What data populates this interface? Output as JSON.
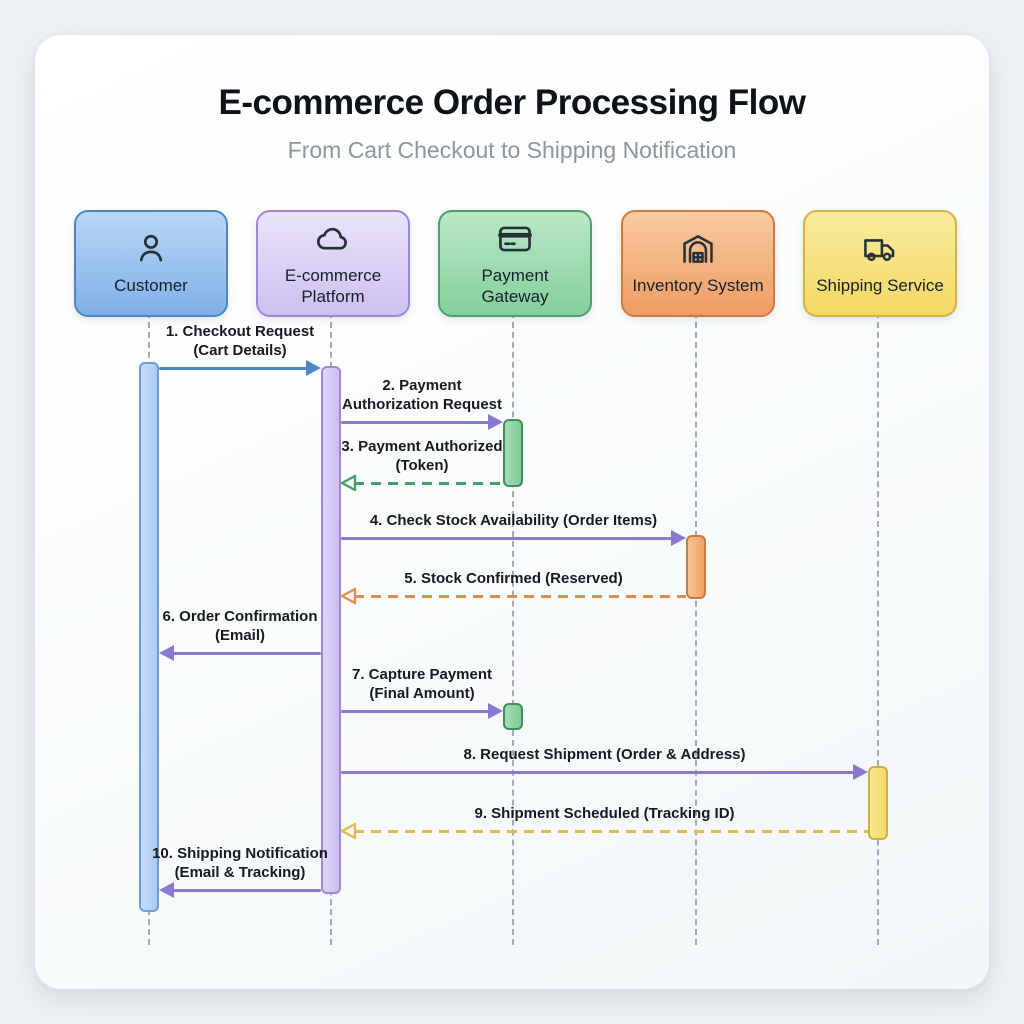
{
  "header": {
    "title": "E-commerce Order Processing Flow",
    "subtitle": "From Cart Checkout to Shipping Notification"
  },
  "actors": [
    {
      "id": "customer",
      "label": "Customer",
      "icon": "user-icon",
      "fill_top": "#b9d6f5",
      "fill_bottom": "#7fb0e8",
      "border": "#4f86c6",
      "bar_fill_top": "#c6dcf6",
      "bar_fill_bottom": "#a9ccf1",
      "bar_border": "#6d9cd6"
    },
    {
      "id": "platform",
      "label": "E-commerce Platform",
      "icon": "cloud-icon",
      "fill_top": "#e9e3fa",
      "fill_bottom": "#cdc0ef",
      "border": "#9d88d8",
      "bar_fill_top": "#ded4f6",
      "bar_fill_bottom": "#cbbdf0",
      "bar_border": "#9c87d9"
    },
    {
      "id": "gateway",
      "label": "Payment Gateway",
      "icon": "credit-card-icon",
      "fill_top": "#bae8c7",
      "fill_bottom": "#84d09c",
      "border": "#4f9e6b",
      "bar_fill_top": "#a8ddb7",
      "bar_fill_bottom": "#7ecb97",
      "bar_border": "#3f8f5c"
    },
    {
      "id": "inventory",
      "label": "Inventory System",
      "icon": "warehouse-icon",
      "fill_top": "#f8caa1",
      "fill_bottom": "#ef9c63",
      "border": "#cf7a3f",
      "bar_fill_top": "#f7c292",
      "bar_fill_bottom": "#f0a368",
      "bar_border": "#c87a41"
    },
    {
      "id": "shipping",
      "label": "Shipping Service",
      "icon": "truck-icon",
      "fill_top": "#f9eb9e",
      "fill_bottom": "#f3d963",
      "border": "#d4b244",
      "bar_fill_top": "#f8e88e",
      "bar_fill_bottom": "#f4d967",
      "bar_border": "#d2ae3c"
    }
  ],
  "messages": [
    {
      "num": "1",
      "label_lines": [
        "1. Checkout Request",
        "(Cart Details)"
      ],
      "from": "customer",
      "to": "platform",
      "line": "solid",
      "arrow": "filled",
      "color": "#4a86c8"
    },
    {
      "num": "2",
      "label_lines": [
        "2. Payment",
        "Authorization Request"
      ],
      "from": "platform",
      "to": "gateway",
      "line": "solid",
      "arrow": "filled",
      "color": "#8b78d0"
    },
    {
      "num": "3",
      "label_lines": [
        "3. Payment Authorized",
        "(Token)"
      ],
      "from": "gateway",
      "to": "platform",
      "line": "dashed",
      "arrow": "open",
      "color": "#43a066"
    },
    {
      "num": "4",
      "label_lines": [
        "4. Check Stock Availability (Order Items)"
      ],
      "from": "platform",
      "to": "inventory",
      "line": "solid",
      "arrow": "filled",
      "color": "#8b78d0"
    },
    {
      "num": "5",
      "label_lines": [
        "5. Stock Confirmed (Reserved)"
      ],
      "from": "inventory",
      "to": "platform",
      "line": "dashed",
      "arrow": "open",
      "color": "#e48a4e"
    },
    {
      "num": "6",
      "label_lines": [
        "6. Order Confirmation",
        "(Email)"
      ],
      "from": "platform",
      "to": "customer",
      "line": "solid",
      "arrow": "filled",
      "color": "#8b78d0"
    },
    {
      "num": "7",
      "label_lines": [
        "7. Capture Payment",
        "(Final Amount)"
      ],
      "from": "platform",
      "to": "gateway",
      "line": "solid",
      "arrow": "filled",
      "color": "#8b78d0"
    },
    {
      "num": "8",
      "label_lines": [
        "8. Request Shipment (Order & Address)"
      ],
      "from": "platform",
      "to": "shipping",
      "line": "solid",
      "arrow": "filled",
      "color": "#8b78d0"
    },
    {
      "num": "9",
      "label_lines": [
        "9. Shipment Scheduled (Tracking ID)"
      ],
      "from": "shipping",
      "to": "platform",
      "line": "dashed",
      "arrow": "open",
      "color": "#e2bb4e"
    },
    {
      "num": "10",
      "label_lines": [
        "10. Shipping Notification",
        "(Email & Tracking)"
      ],
      "from": "platform",
      "to": "customer",
      "line": "solid",
      "arrow": "filled",
      "color": "#8b78d0"
    }
  ]
}
